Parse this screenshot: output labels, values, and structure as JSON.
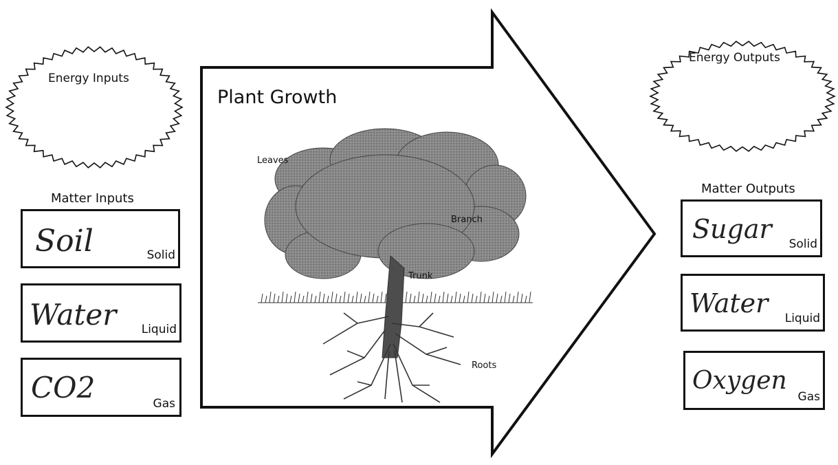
{
  "inputs": {
    "energy_label": "Energy Inputs",
    "matter_label": "Matter Inputs",
    "boxes": [
      {
        "handwriting": "Soil",
        "state": "Solid"
      },
      {
        "handwriting": "Water",
        "state": "Liquid"
      },
      {
        "handwriting": "CO2",
        "state": "Gas"
      }
    ]
  },
  "process": {
    "title": "Plant Growth",
    "tree_labels": {
      "leaves": "Leaves",
      "branch": "Branch",
      "trunk": "Trunk",
      "roots": "Roots"
    }
  },
  "outputs": {
    "energy_label": "Energy Outputs",
    "matter_label": "Matter Outputs",
    "boxes": [
      {
        "handwriting": "Sugar",
        "state": "Solid"
      },
      {
        "handwriting": "Water",
        "state": "Liquid"
      },
      {
        "handwriting": "Oxygen",
        "state": "Gas"
      }
    ]
  },
  "colors": {
    "ink": "#111111",
    "canopy": "#7d7d7d",
    "trunk": "#555555",
    "handwriting": "#222222"
  }
}
